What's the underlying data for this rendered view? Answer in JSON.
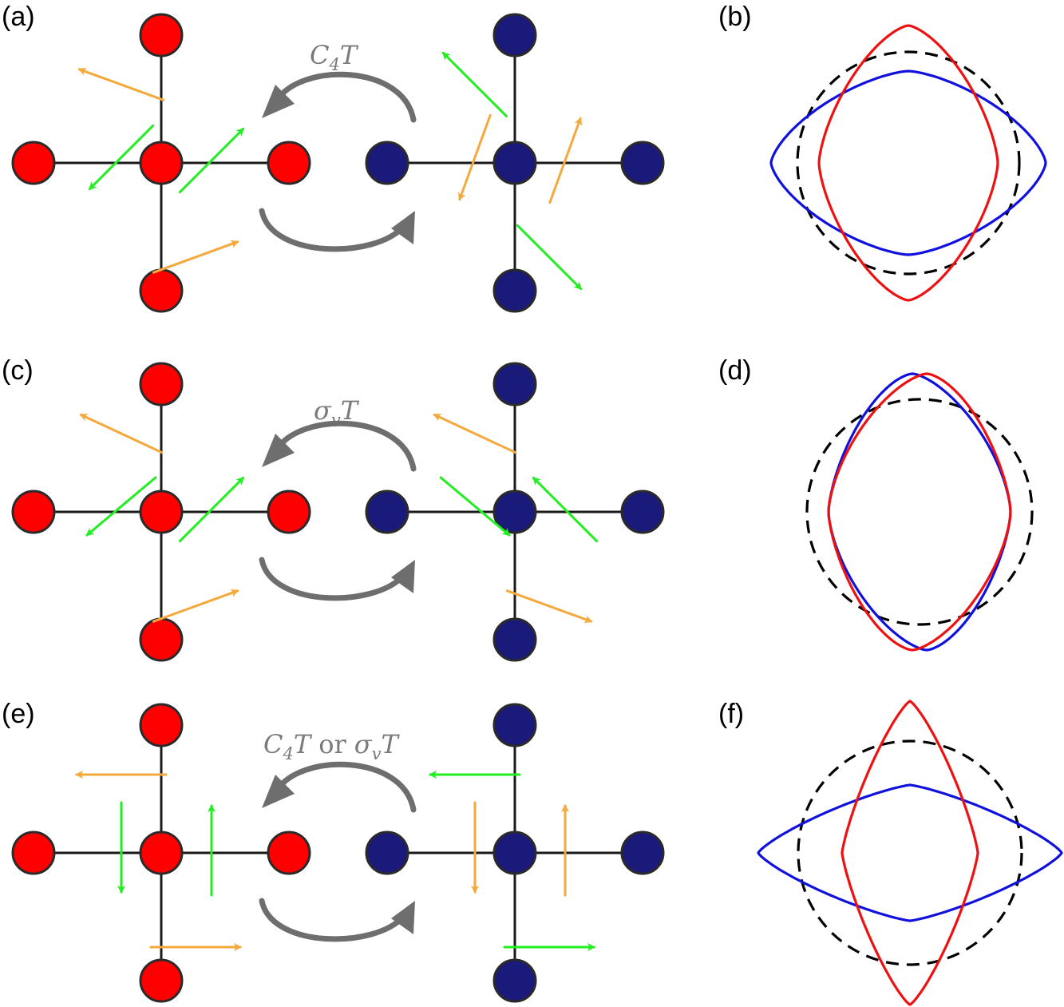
{
  "colors": {
    "red_atom": "#ff0000",
    "blue_atom": "#1a1a7a",
    "bond": "#1a1a1a",
    "green_spin": "#22ee22",
    "orange_spin": "#f5a93c",
    "operation_arrow": "#6e6e6e",
    "red_curve": "#ee1111",
    "blue_curve": "#1111dd",
    "dashed_circle": "#000000"
  },
  "rows": [
    {
      "lattice_label": "(a)",
      "shape_label": "(b)",
      "operation": {
        "main": "C",
        "sub": "4",
        "after": "T",
        "connector": "",
        "main2": "",
        "sub2": "",
        "after2": ""
      },
      "red_spins": [
        {
          "color": "orange",
          "angle_deg": 160
        },
        {
          "color": "green",
          "angle_deg": 225
        },
        {
          "color": "green",
          "angle_deg": 45
        },
        {
          "color": "orange",
          "angle_deg": 20
        }
      ],
      "blue_spins": [
        {
          "color": "green",
          "angle_deg": 135
        },
        {
          "color": "orange",
          "angle_deg": 250
        },
        {
          "color": "orange",
          "angle_deg": 70
        },
        {
          "color": "green",
          "angle_deg": 315
        }
      ],
      "shape_mode": "C4"
    },
    {
      "lattice_label": "(c)",
      "shape_label": "(d)",
      "operation": {
        "main": "σ",
        "sub": "v",
        "after": "T",
        "connector": "",
        "main2": "",
        "sub2": "",
        "after2": ""
      },
      "red_spins": [
        {
          "color": "orange",
          "angle_deg": 155
        },
        {
          "color": "green",
          "angle_deg": 220
        },
        {
          "color": "green",
          "angle_deg": 45
        },
        {
          "color": "orange",
          "angle_deg": 20
        }
      ],
      "blue_spins": [
        {
          "color": "orange",
          "angle_deg": 155
        },
        {
          "color": "green",
          "angle_deg": 320
        },
        {
          "color": "green",
          "angle_deg": 135
        },
        {
          "color": "orange",
          "angle_deg": 340
        }
      ],
      "shape_mode": "sigma"
    },
    {
      "lattice_label": "(e)",
      "shape_label": "(f)",
      "operation": {
        "main": "C",
        "sub": "4",
        "after": "T",
        "connector": "or",
        "main2": "σ",
        "sub2": "v",
        "after2": "T"
      },
      "red_spins": [
        {
          "color": "orange",
          "angle_deg": 180
        },
        {
          "color": "green",
          "angle_deg": 270
        },
        {
          "color": "green",
          "angle_deg": 90
        },
        {
          "color": "orange",
          "angle_deg": 0
        }
      ],
      "blue_spins": [
        {
          "color": "green",
          "angle_deg": 180
        },
        {
          "color": "orange",
          "angle_deg": 270
        },
        {
          "color": "orange",
          "angle_deg": 90
        },
        {
          "color": "green",
          "angle_deg": 0
        }
      ],
      "shape_mode": "both"
    }
  ]
}
